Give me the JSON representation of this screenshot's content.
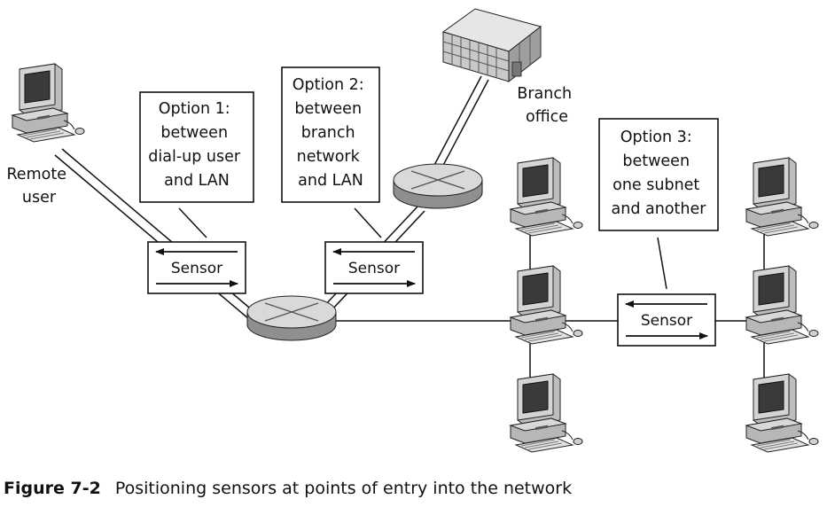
{
  "caption": {
    "figure_number": "Figure 7-2",
    "text": "Positioning sensors at points of entry into the network"
  },
  "nodes": {
    "remote_user": {
      "label_lines": [
        "Remote",
        "user"
      ]
    },
    "branch_office": {
      "label_lines": [
        "Branch",
        "office"
      ]
    }
  },
  "callouts": [
    {
      "id": "option-1",
      "lines": [
        "Option 1:",
        "between",
        "dial-up user",
        "and LAN"
      ]
    },
    {
      "id": "option-2",
      "lines": [
        "Option 2:",
        "between",
        "branch",
        "network",
        "and LAN"
      ]
    },
    {
      "id": "option-3",
      "lines": [
        "Option 3:",
        "between",
        "one subnet",
        "and another"
      ]
    }
  ],
  "sensors": [
    {
      "id": "sensor-1",
      "label": "Sensor"
    },
    {
      "id": "sensor-2",
      "label": "Sensor"
    },
    {
      "id": "sensor-3",
      "label": "Sensor"
    }
  ],
  "colors": {
    "line": "#111111",
    "router_top": "#d9d9d9",
    "router_side": "#8f8f8f",
    "monitor": "#bfbfbf",
    "screen": "#3a3a3a",
    "building": "#c9c9c9"
  }
}
